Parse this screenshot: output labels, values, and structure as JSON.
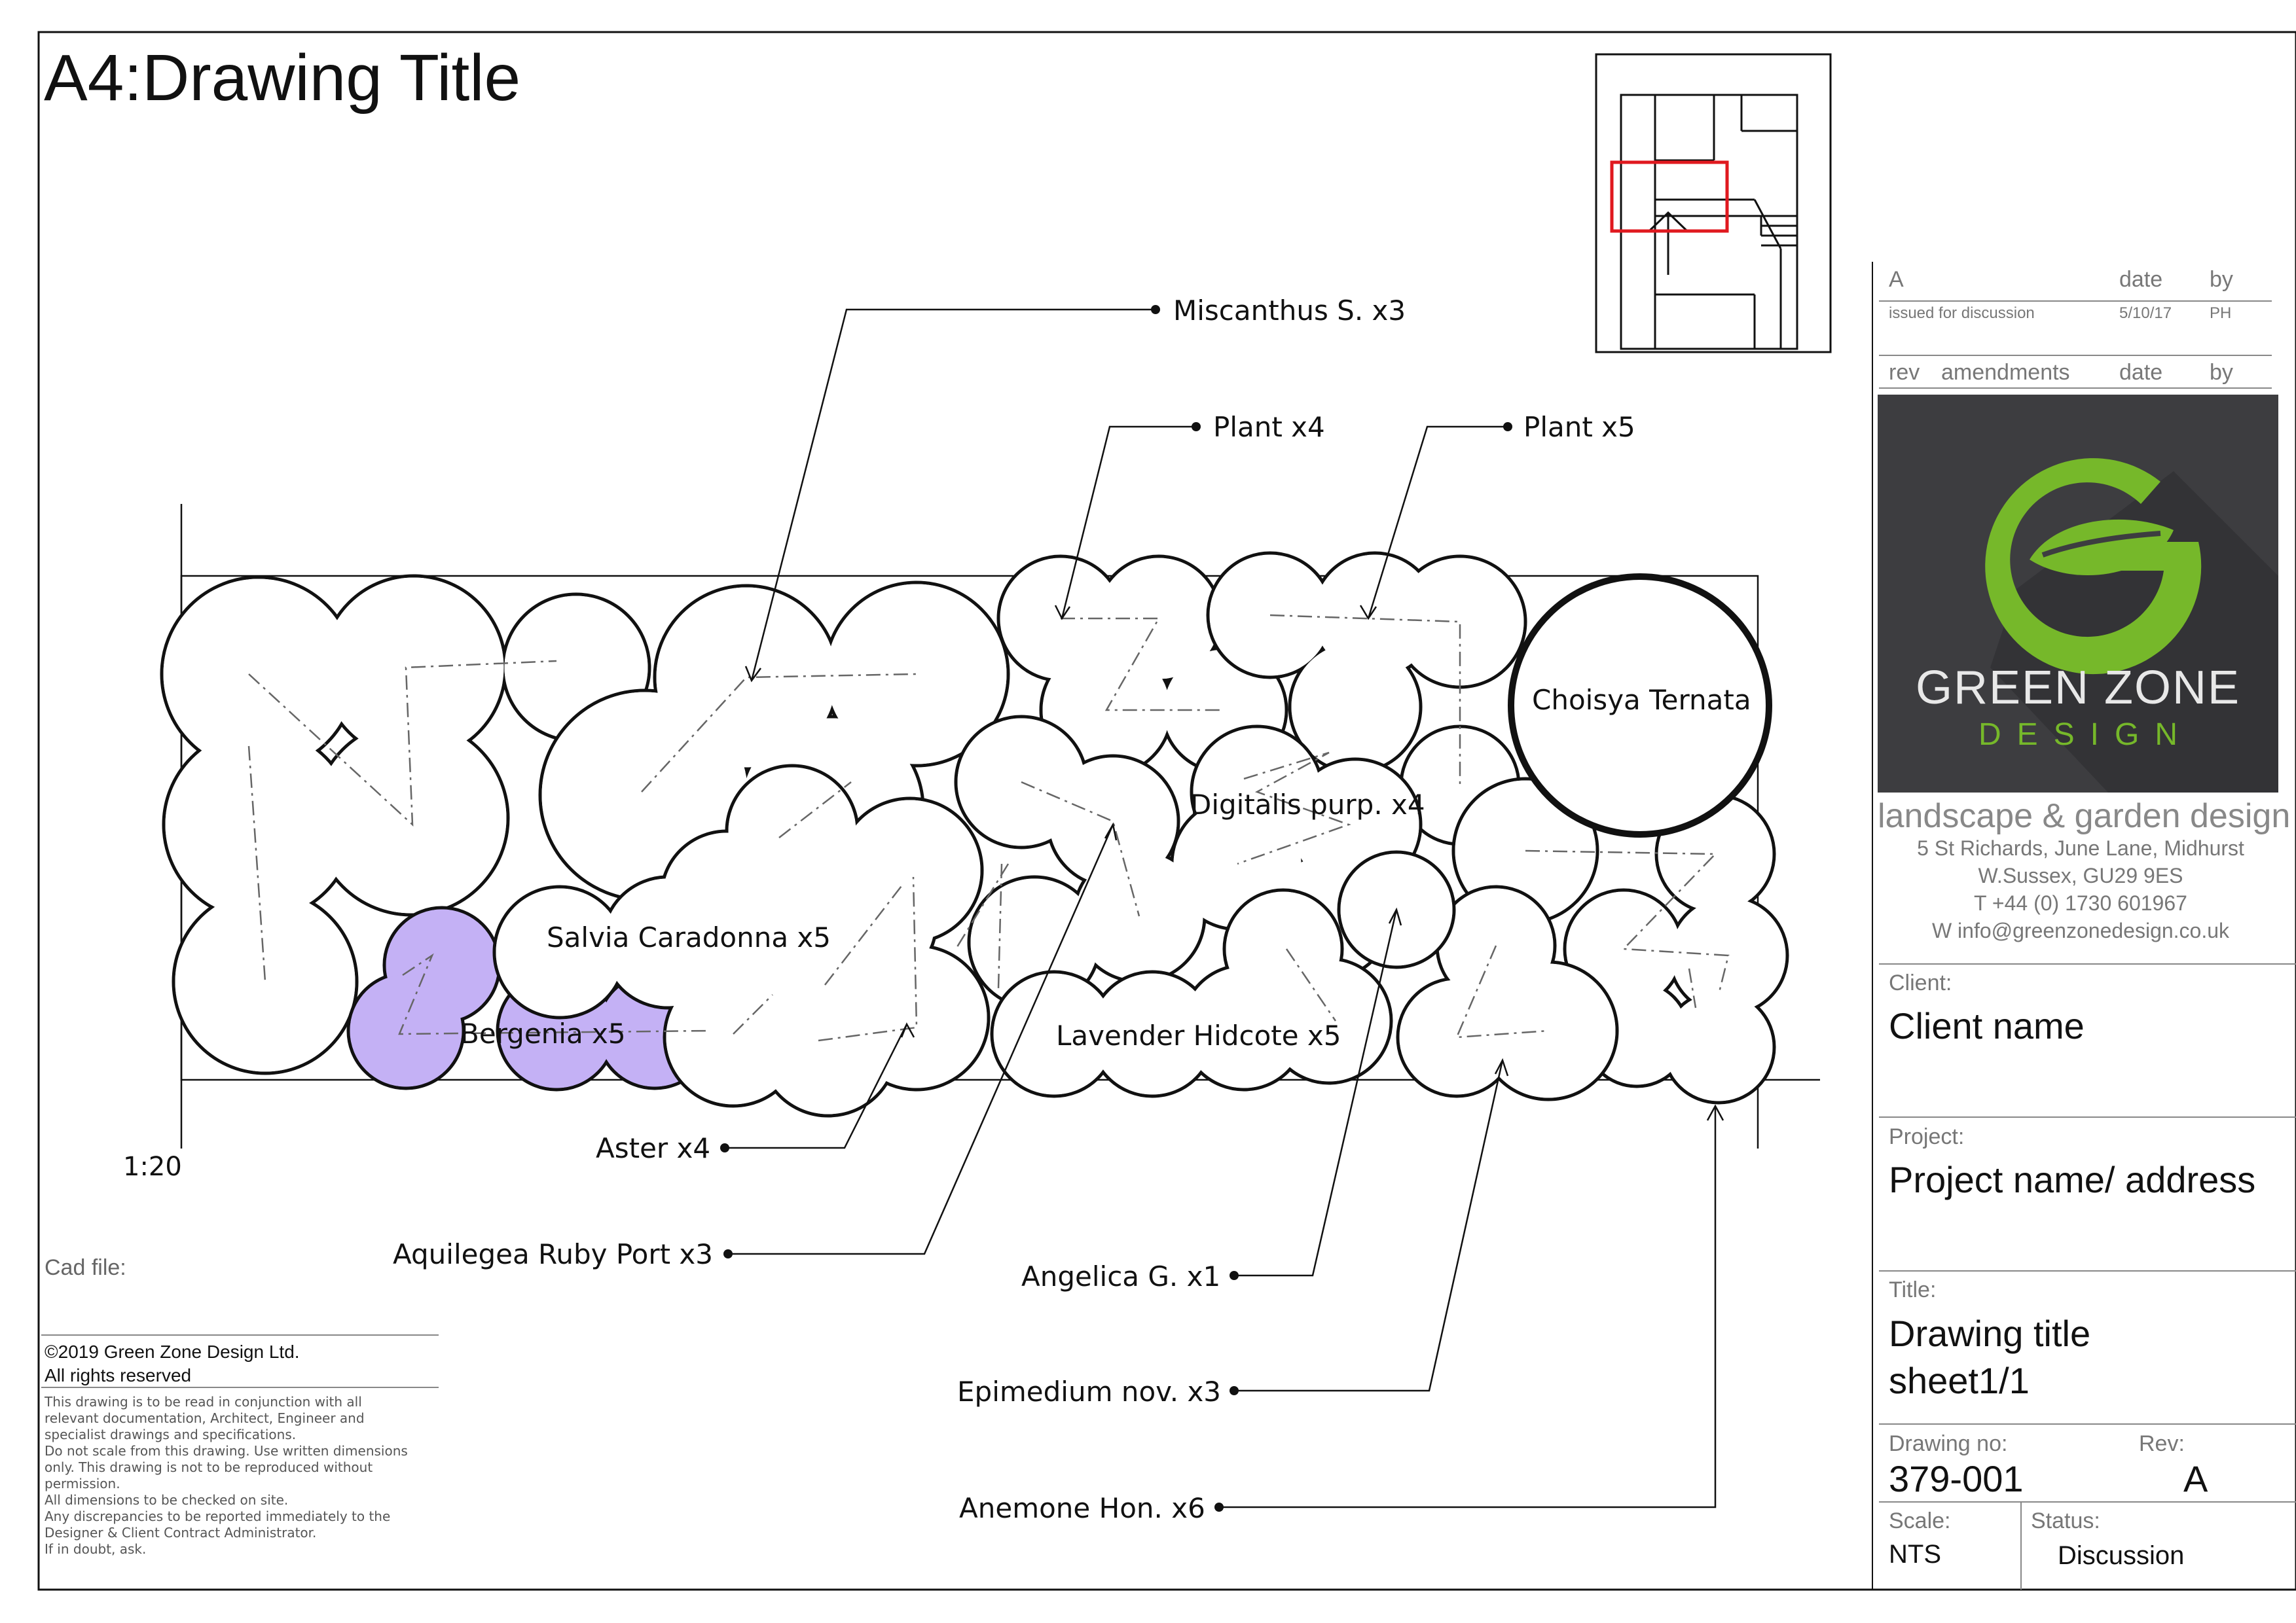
{
  "sheet": {
    "title": "A4:Drawing Title",
    "scale_note": "1:20",
    "cad_file_label": "Cad file:",
    "copyright": "©2019 Green Zone Design Ltd.",
    "rights": "All rights reserved",
    "disclaimer": [
      "This drawing is to be read in conjunction with all",
      "relevant documentation, Architect, Engineer and",
      "specialist drawings and specifications.",
      "Do not scale from this drawing. Use written dimensions",
      "only. This drawing is not to be reproduced without",
      "permission.",
      "All dimensions to be checked on site.",
      "Any discrepancies to be reported immediately to the",
      "Designer &  Client Contract Administrator.",
      "If in doubt, ask."
    ]
  },
  "revisions": {
    "row": {
      "rev": "A",
      "date_label": "date",
      "by_label": "by",
      "desc": "issued for discussion",
      "date": "5/10/17",
      "by": "PH"
    },
    "header": {
      "rev": "rev",
      "amendments": "amendments",
      "date": "date",
      "by": "by"
    }
  },
  "company": {
    "name": "GREEN ZONE",
    "sub": "DESIGN",
    "tagline": "landscape & garden design",
    "address1": "5 St Richards, June Lane, Midhurst",
    "address2": "W.Sussex, GU29 9ES",
    "phone": "T +44 (0) 1730 601967",
    "email": "W info@greenzonedesign.co.uk",
    "colors": {
      "logo_bg": "#3d3d40",
      "green": "#76b82a",
      "text": "#e8e8e8"
    }
  },
  "fields": {
    "client_label": "Client:",
    "client": "Client name",
    "project_label": "Project:",
    "project": "Project name/ address",
    "title_label": "Title:",
    "title1": "Drawing title",
    "title2": "sheet1/1",
    "drawing_no_label": "Drawing no:",
    "drawing_no": "379-001",
    "rev_label": "Rev:",
    "rev": "A",
    "scale_label": "Scale:",
    "scale": "NTS",
    "status_label": "Status:",
    "status": "Discussion"
  },
  "plants": {
    "choisya": "Choisya Ternata",
    "digitalis": "Digitalis purp. x4",
    "salvia": "Salvia Caradonna x5",
    "bergenia": "Bergenia  x5",
    "lavender": "Lavender Hidcote x5"
  },
  "callouts": {
    "miscanthus": "Miscanthus S. x3",
    "plant4": "Plant x4",
    "plant5": "Plant x5",
    "aster": "Aster x4",
    "aquilegea": "Aquilegea Ruby Port x3",
    "angelica": "Angelica G. x1",
    "epimedium": "Epimedium nov. x3",
    "anemone": "Anemone Hon. x6"
  },
  "colors": {
    "bergenia_fill": "#c4b1f5",
    "keyplan_highlight": "#e0191f"
  }
}
